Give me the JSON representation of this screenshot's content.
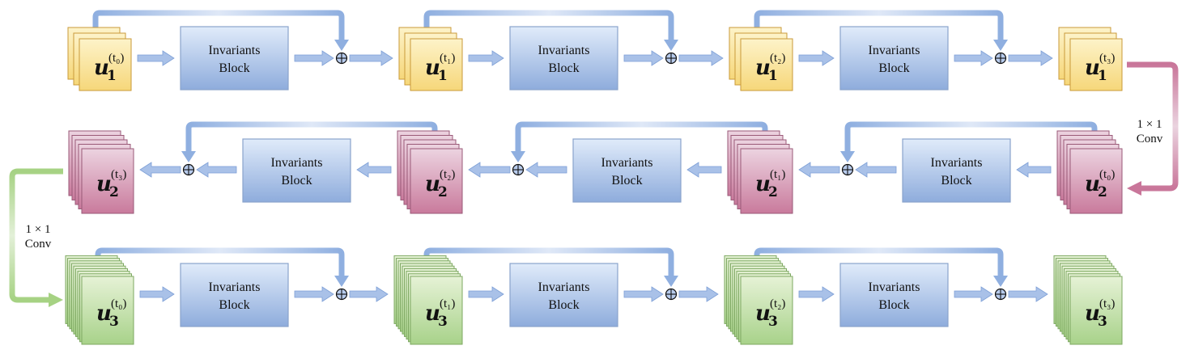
{
  "title": "Three-stage invariants network diagram",
  "colors": {
    "yellow_top": "#fdf3c9",
    "yellow_bottom": "#f6d77a",
    "yellow_border": "#c99a3a",
    "pink_top": "#ecd3e0",
    "pink_bottom": "#c97a9c",
    "pink_border": "#9a5a78",
    "green_top": "#e6f2d6",
    "green_bottom": "#a8d28a",
    "green_border": "#7ea862",
    "block_top": "#e0ebfa",
    "block_bottom": "#8eacdc",
    "block_border": "#8aa3cc",
    "arrow_blue": "#8fafe0",
    "arrow_blue_light": "#dfe8f7",
    "conv_pink": "#c9769a",
    "conv_green": "#a6d283"
  },
  "block_label_line1": "Invariants",
  "block_label_line2": "Block",
  "conv_label_line1": "1 × 1",
  "conv_label_line2": "Conv",
  "plus_symbol": "add-node",
  "rows": [
    {
      "name": "stage-1",
      "var": "u",
      "sub": "1",
      "color": "yellow",
      "layers": 3,
      "direction": "right",
      "tensors": [
        "t0",
        "t1",
        "t2",
        "t3"
      ]
    },
    {
      "name": "stage-2",
      "var": "u",
      "sub": "2",
      "color": "pink",
      "layers": 5,
      "direction": "left",
      "tensors": [
        "t0",
        "t1",
        "t2",
        "t3"
      ]
    },
    {
      "name": "stage-3",
      "var": "u",
      "sub": "3",
      "color": "green",
      "layers": 9,
      "direction": "right",
      "tensors": [
        "t0",
        "t1",
        "t2",
        "t3"
      ]
    }
  ],
  "superscripts": [
    "(t₀)",
    "(t₁)",
    "(t₂)",
    "(t₃)"
  ]
}
